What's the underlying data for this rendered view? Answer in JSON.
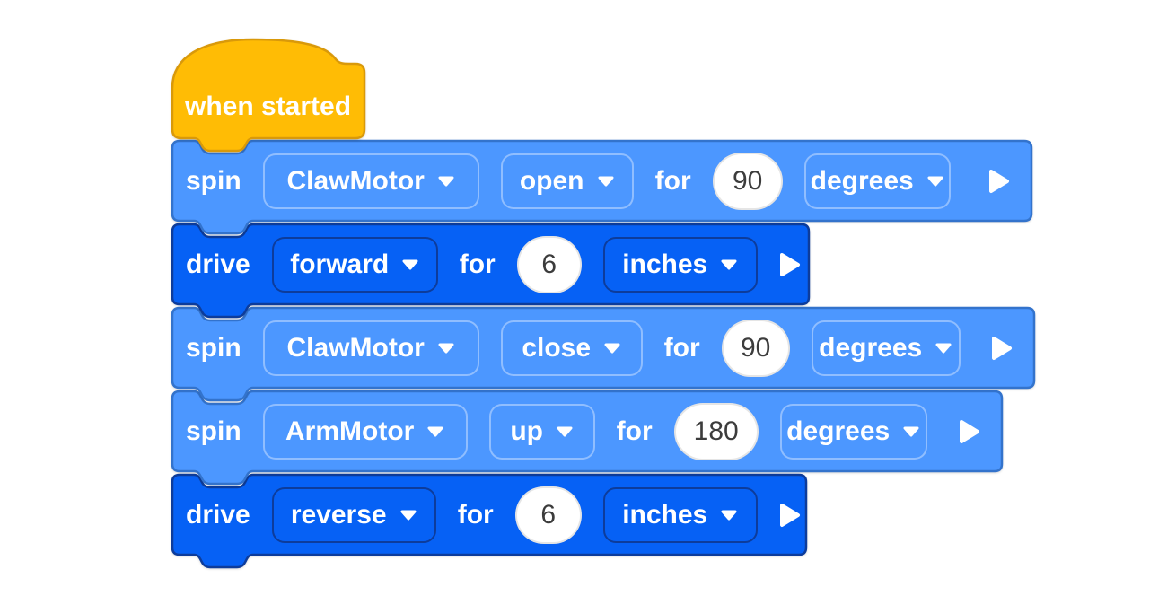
{
  "colors": {
    "background": "#FFFFFF",
    "hat_fill": "#FFBC05",
    "hat_stroke": "#D9990A",
    "spin_fill": "#4C97FF",
    "spin_stroke": "#3373CC",
    "spin_field_border": "#84B3F8",
    "drive_fill": "#0661F5",
    "drive_stroke": "#0D3C9B",
    "drive_field_border": "#0D3C9B",
    "label_text": "#FFFFFF",
    "input_fill": "#FFFFFF",
    "input_text": "#3C3C3C"
  },
  "hat": {
    "label": "when started"
  },
  "blocks": [
    {
      "verb": "spin",
      "motor": "ClawMotor",
      "direction": "open",
      "for_label": "for",
      "amount": "90",
      "unit": "degrees"
    },
    {
      "verb": "drive",
      "direction": "forward",
      "for_label": "for",
      "amount": "6",
      "unit": "inches"
    },
    {
      "verb": "spin",
      "motor": "ClawMotor",
      "direction": "close",
      "for_label": "for",
      "amount": "90",
      "unit": "degrees"
    },
    {
      "verb": "spin",
      "motor": "ArmMotor",
      "direction": "up",
      "for_label": "for",
      "amount": "180",
      "unit": "degrees"
    },
    {
      "verb": "drive",
      "direction": "reverse",
      "for_label": "for",
      "amount": "6",
      "unit": "inches"
    }
  ],
  "icons": {
    "dropdown_chevron": "chevron-down",
    "run": "play-triangle"
  }
}
